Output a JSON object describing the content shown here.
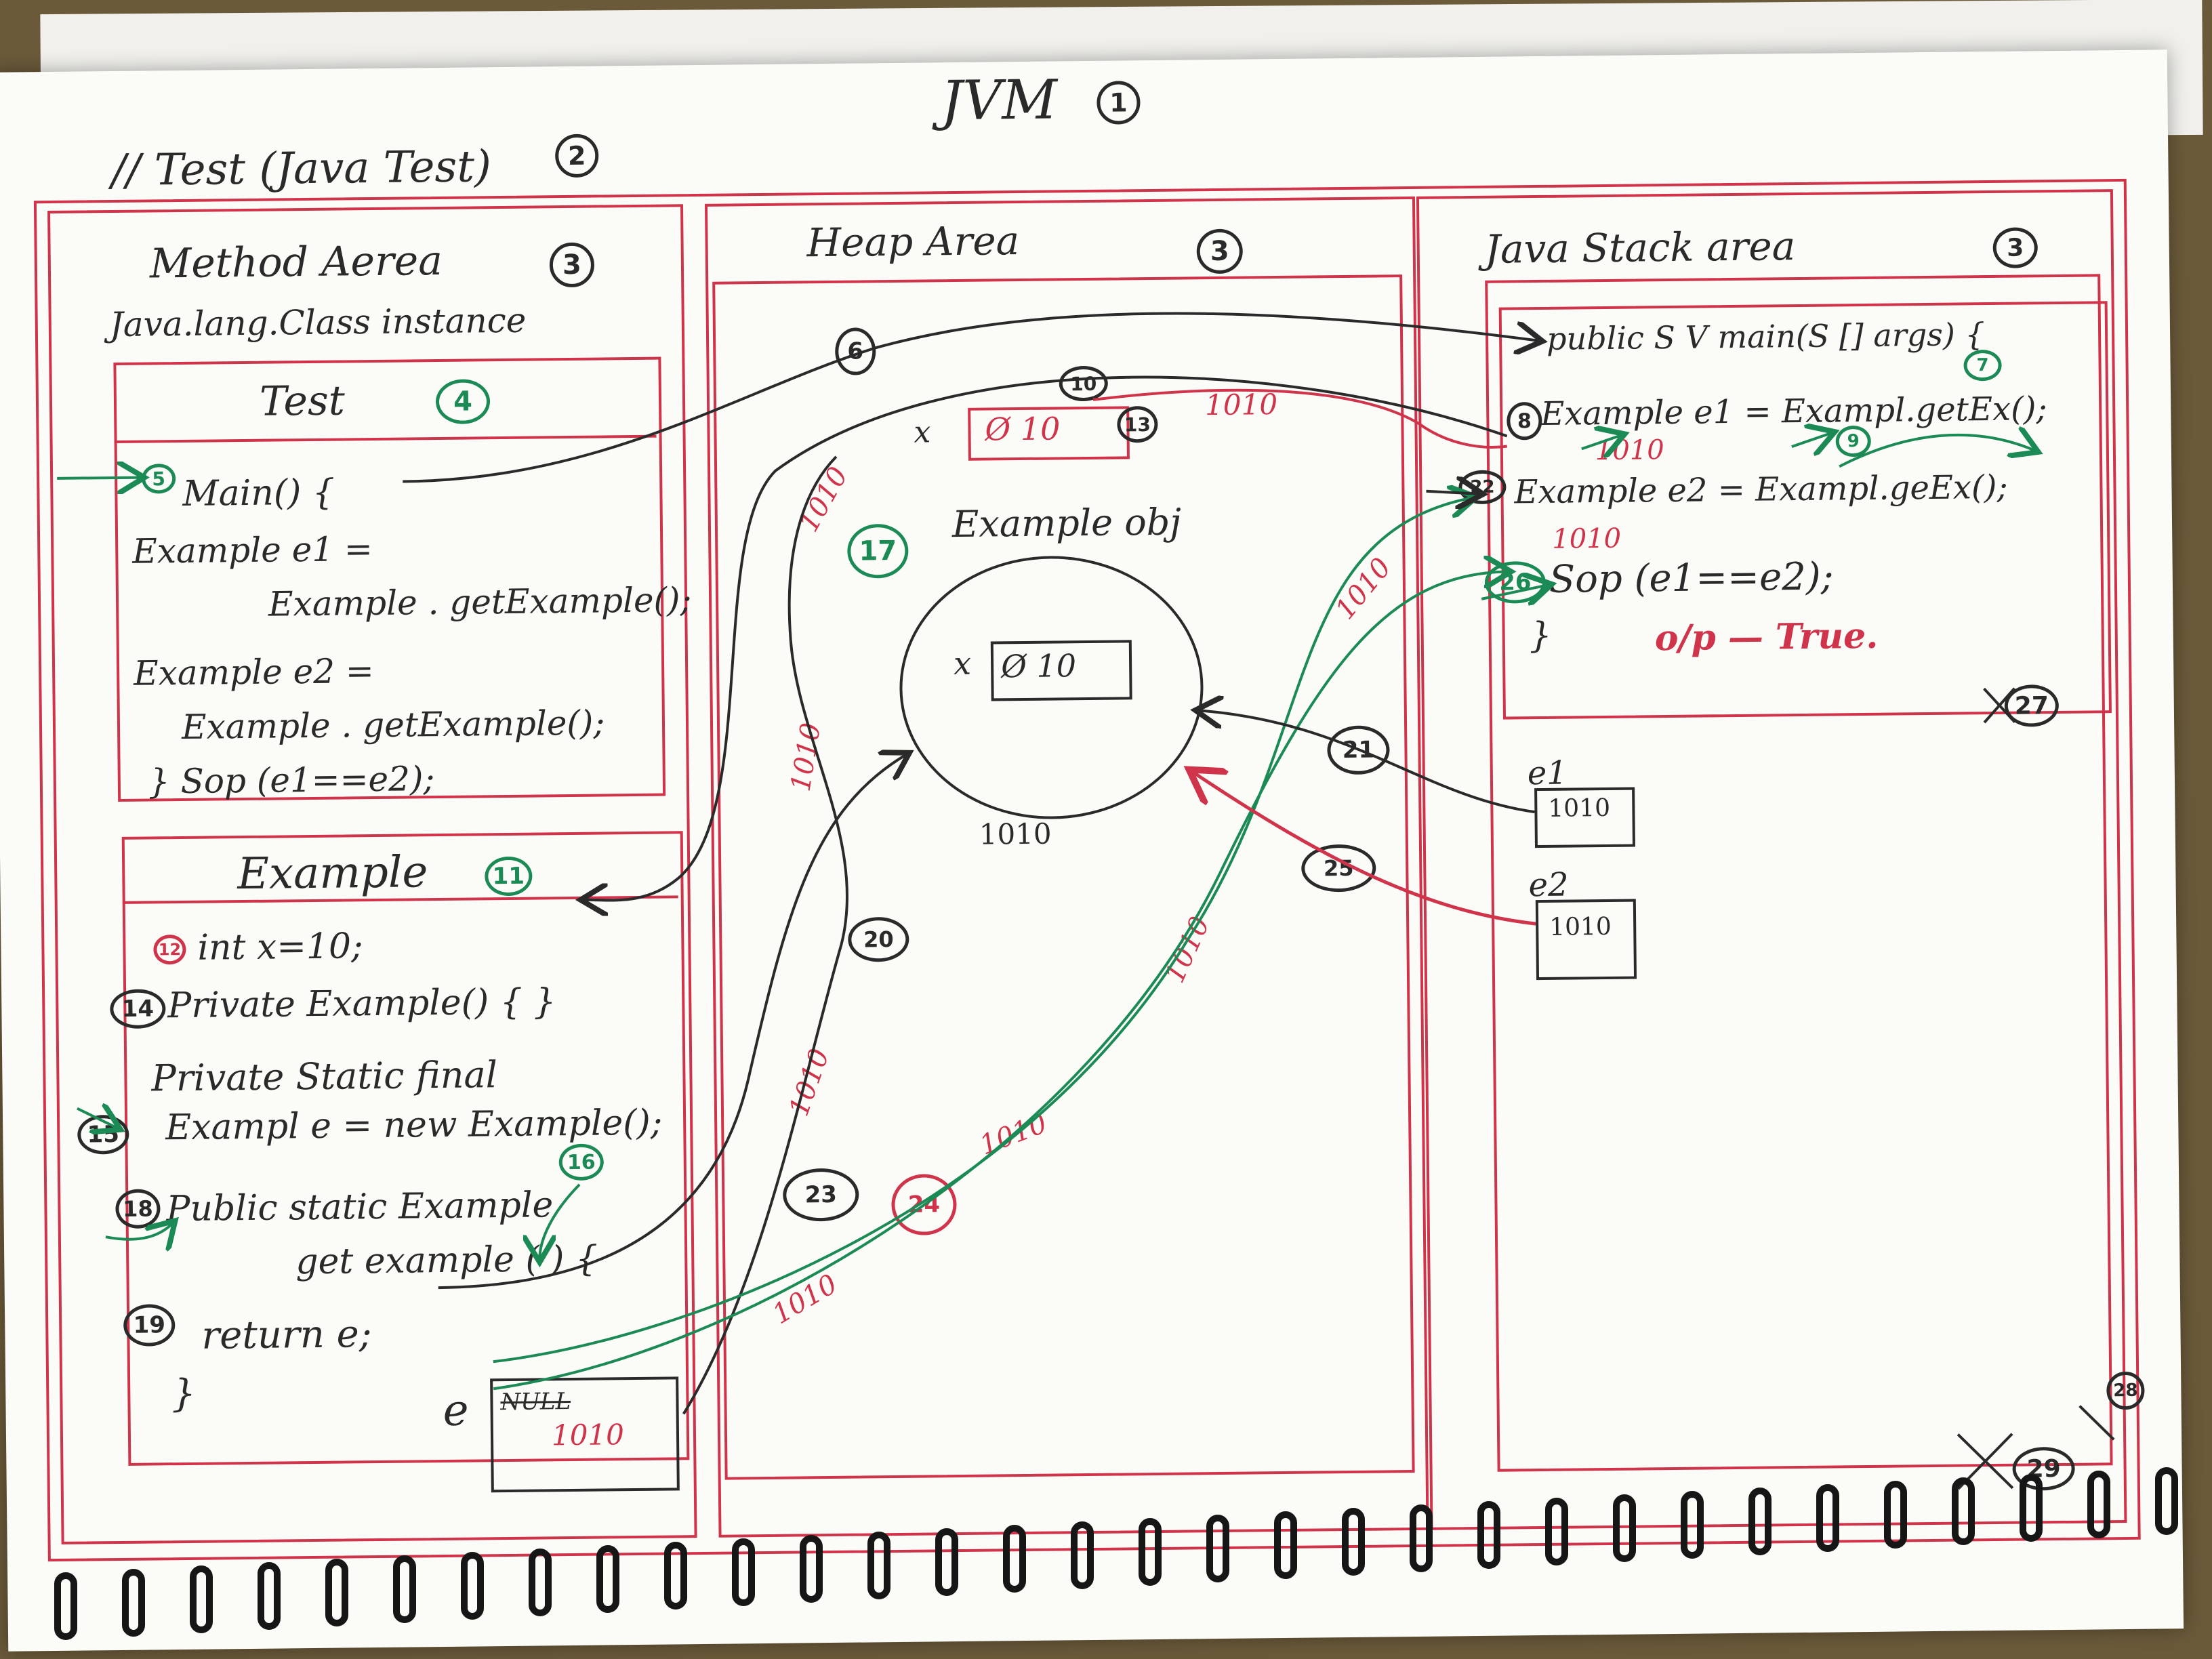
{
  "title": {
    "text": "JVM",
    "num": "1"
  },
  "subtitle": {
    "text": "// Test (Java Test)",
    "num": "2"
  },
  "method_area": {
    "title": "Method Aerea",
    "num": "3",
    "class_note": "Java.lang.Class instance",
    "test_class": {
      "name": "Test",
      "num": "4",
      "step_main": "5",
      "lines": [
        "Main() {",
        "Example e1 =",
        "Example . getExample();",
        "Example e2 =",
        "Example . getExample();",
        "} Sop (e1==e2);"
      ]
    },
    "example_class": {
      "name": "Example",
      "num": "11",
      "lines": {
        "field": "int x=10;",
        "ctor": "Private Example() { }",
        "static1": "Private Static final",
        "static2": "Exampl e = new Example();",
        "getter1": "Public static Example",
        "getter2": "get example ( ) {",
        "ret": "return e;",
        "close": "}"
      },
      "nums": {
        "field": "12",
        "ctor": "14",
        "static": "15",
        "new": "16",
        "getter": "18",
        "ret": "19"
      },
      "var_label": "e",
      "var_null": "NULL",
      "var_value": "1010"
    }
  },
  "heap_area": {
    "title": "Heap Area",
    "num": "3",
    "obj_label": "Example obj",
    "obj_num": "17",
    "field_label": "x",
    "field_value": "Ø 10",
    "top_var": "x",
    "top_value": "Ø 10",
    "top_num": "13",
    "address": "1010"
  },
  "stack_area": {
    "title": "Java Stack area",
    "num": "3",
    "lines": {
      "main": "public S V main(S [] args) {",
      "e1": "Example e1 = Exampl.getEx();",
      "e2": "Example e2 = Exampl.geEx();",
      "sop": "Sop (e1==e2);",
      "close": "}",
      "out": "o/p — True."
    },
    "nums": {
      "main": "7",
      "e1": "8",
      "e1b": "9",
      "e2": "22",
      "sop": "26",
      "frame_end": "27",
      "end1": "28",
      "end2": "29"
    },
    "var_e1": "e1",
    "var_e1_value": "1010",
    "var_e2": "e2",
    "var_e2_value": "1010"
  },
  "arrow_labels": {
    "a6": "6",
    "a10": "10",
    "a20": "20",
    "a21": "21",
    "a23": "23",
    "a24": "24",
    "a25": "25",
    "addr": "1010"
  },
  "colors": {
    "border": "#d0344a",
    "ink": "#2a2a2a",
    "green": "#1b8a55"
  }
}
